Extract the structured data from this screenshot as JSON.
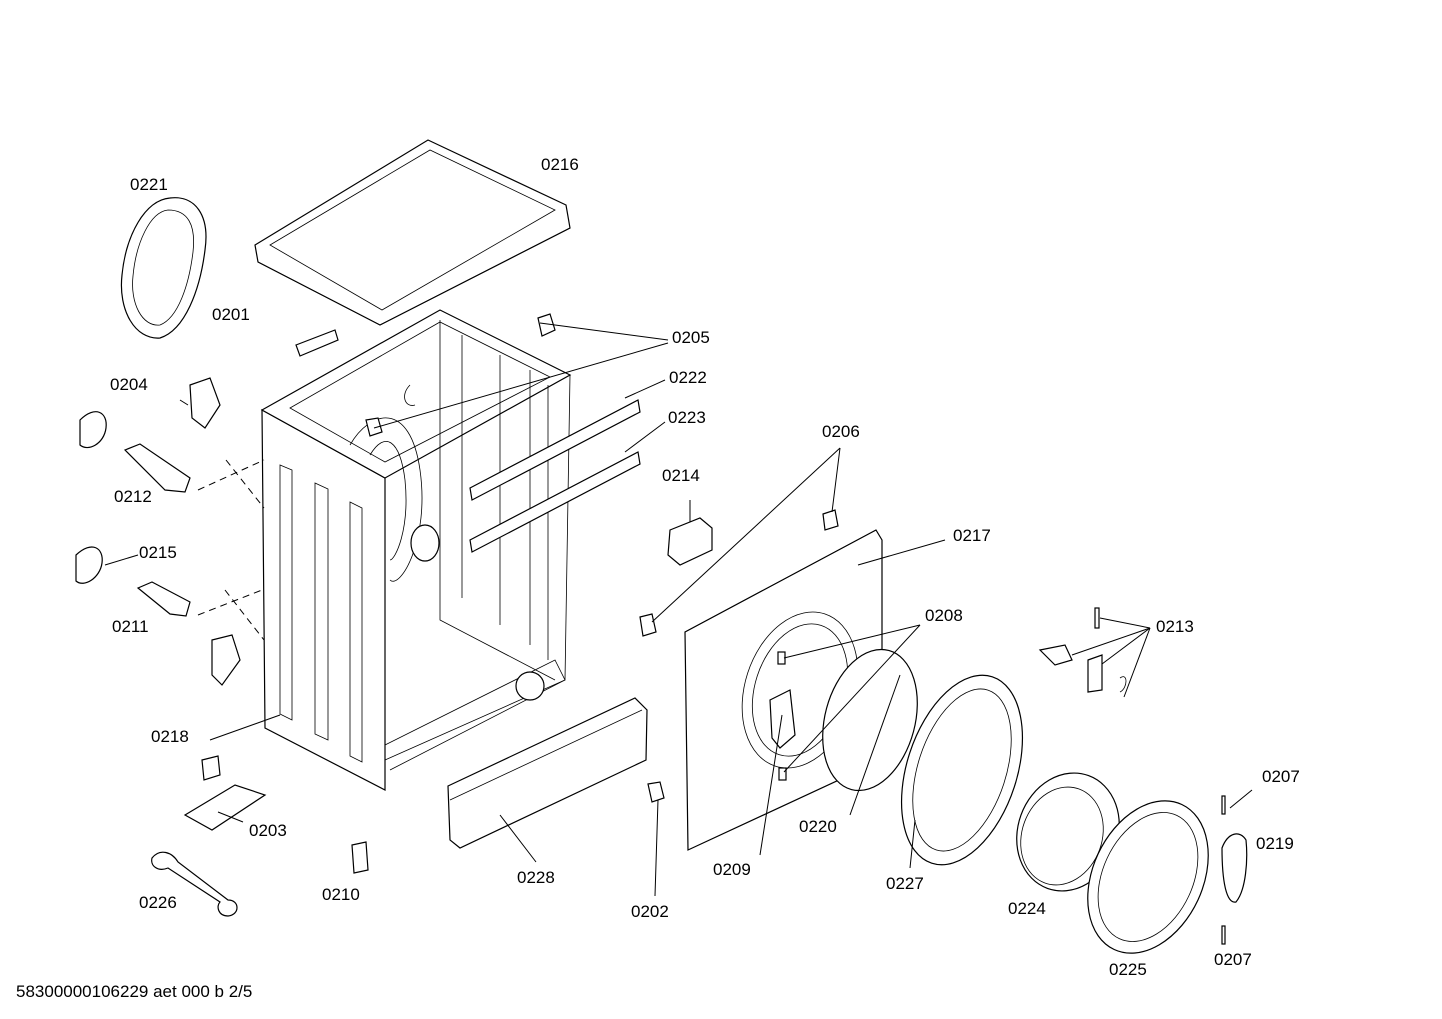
{
  "labels": {
    "p0201": "0201",
    "p0202": "0202",
    "p0203": "0203",
    "p0204": "0204",
    "p0205": "0205",
    "p0206": "0206",
    "p0207a": "0207",
    "p0207b": "0207",
    "p0208": "0208",
    "p0209": "0209",
    "p0210": "0210",
    "p0211": "0211",
    "p0212": "0212",
    "p0213": "0213",
    "p0214": "0214",
    "p0215": "0215",
    "p0216": "0216",
    "p0217": "0217",
    "p0218": "0218",
    "p0219": "0219",
    "p0220": "0220",
    "p0221": "0221",
    "p0222": "0222",
    "p0223": "0223",
    "p0224": "0224",
    "p0225": "0225",
    "p0226": "0226",
    "p0227": "0227",
    "p0228": "0228"
  },
  "footer": {
    "document_ref": "58300000106229 aet 000 b 2/5"
  }
}
